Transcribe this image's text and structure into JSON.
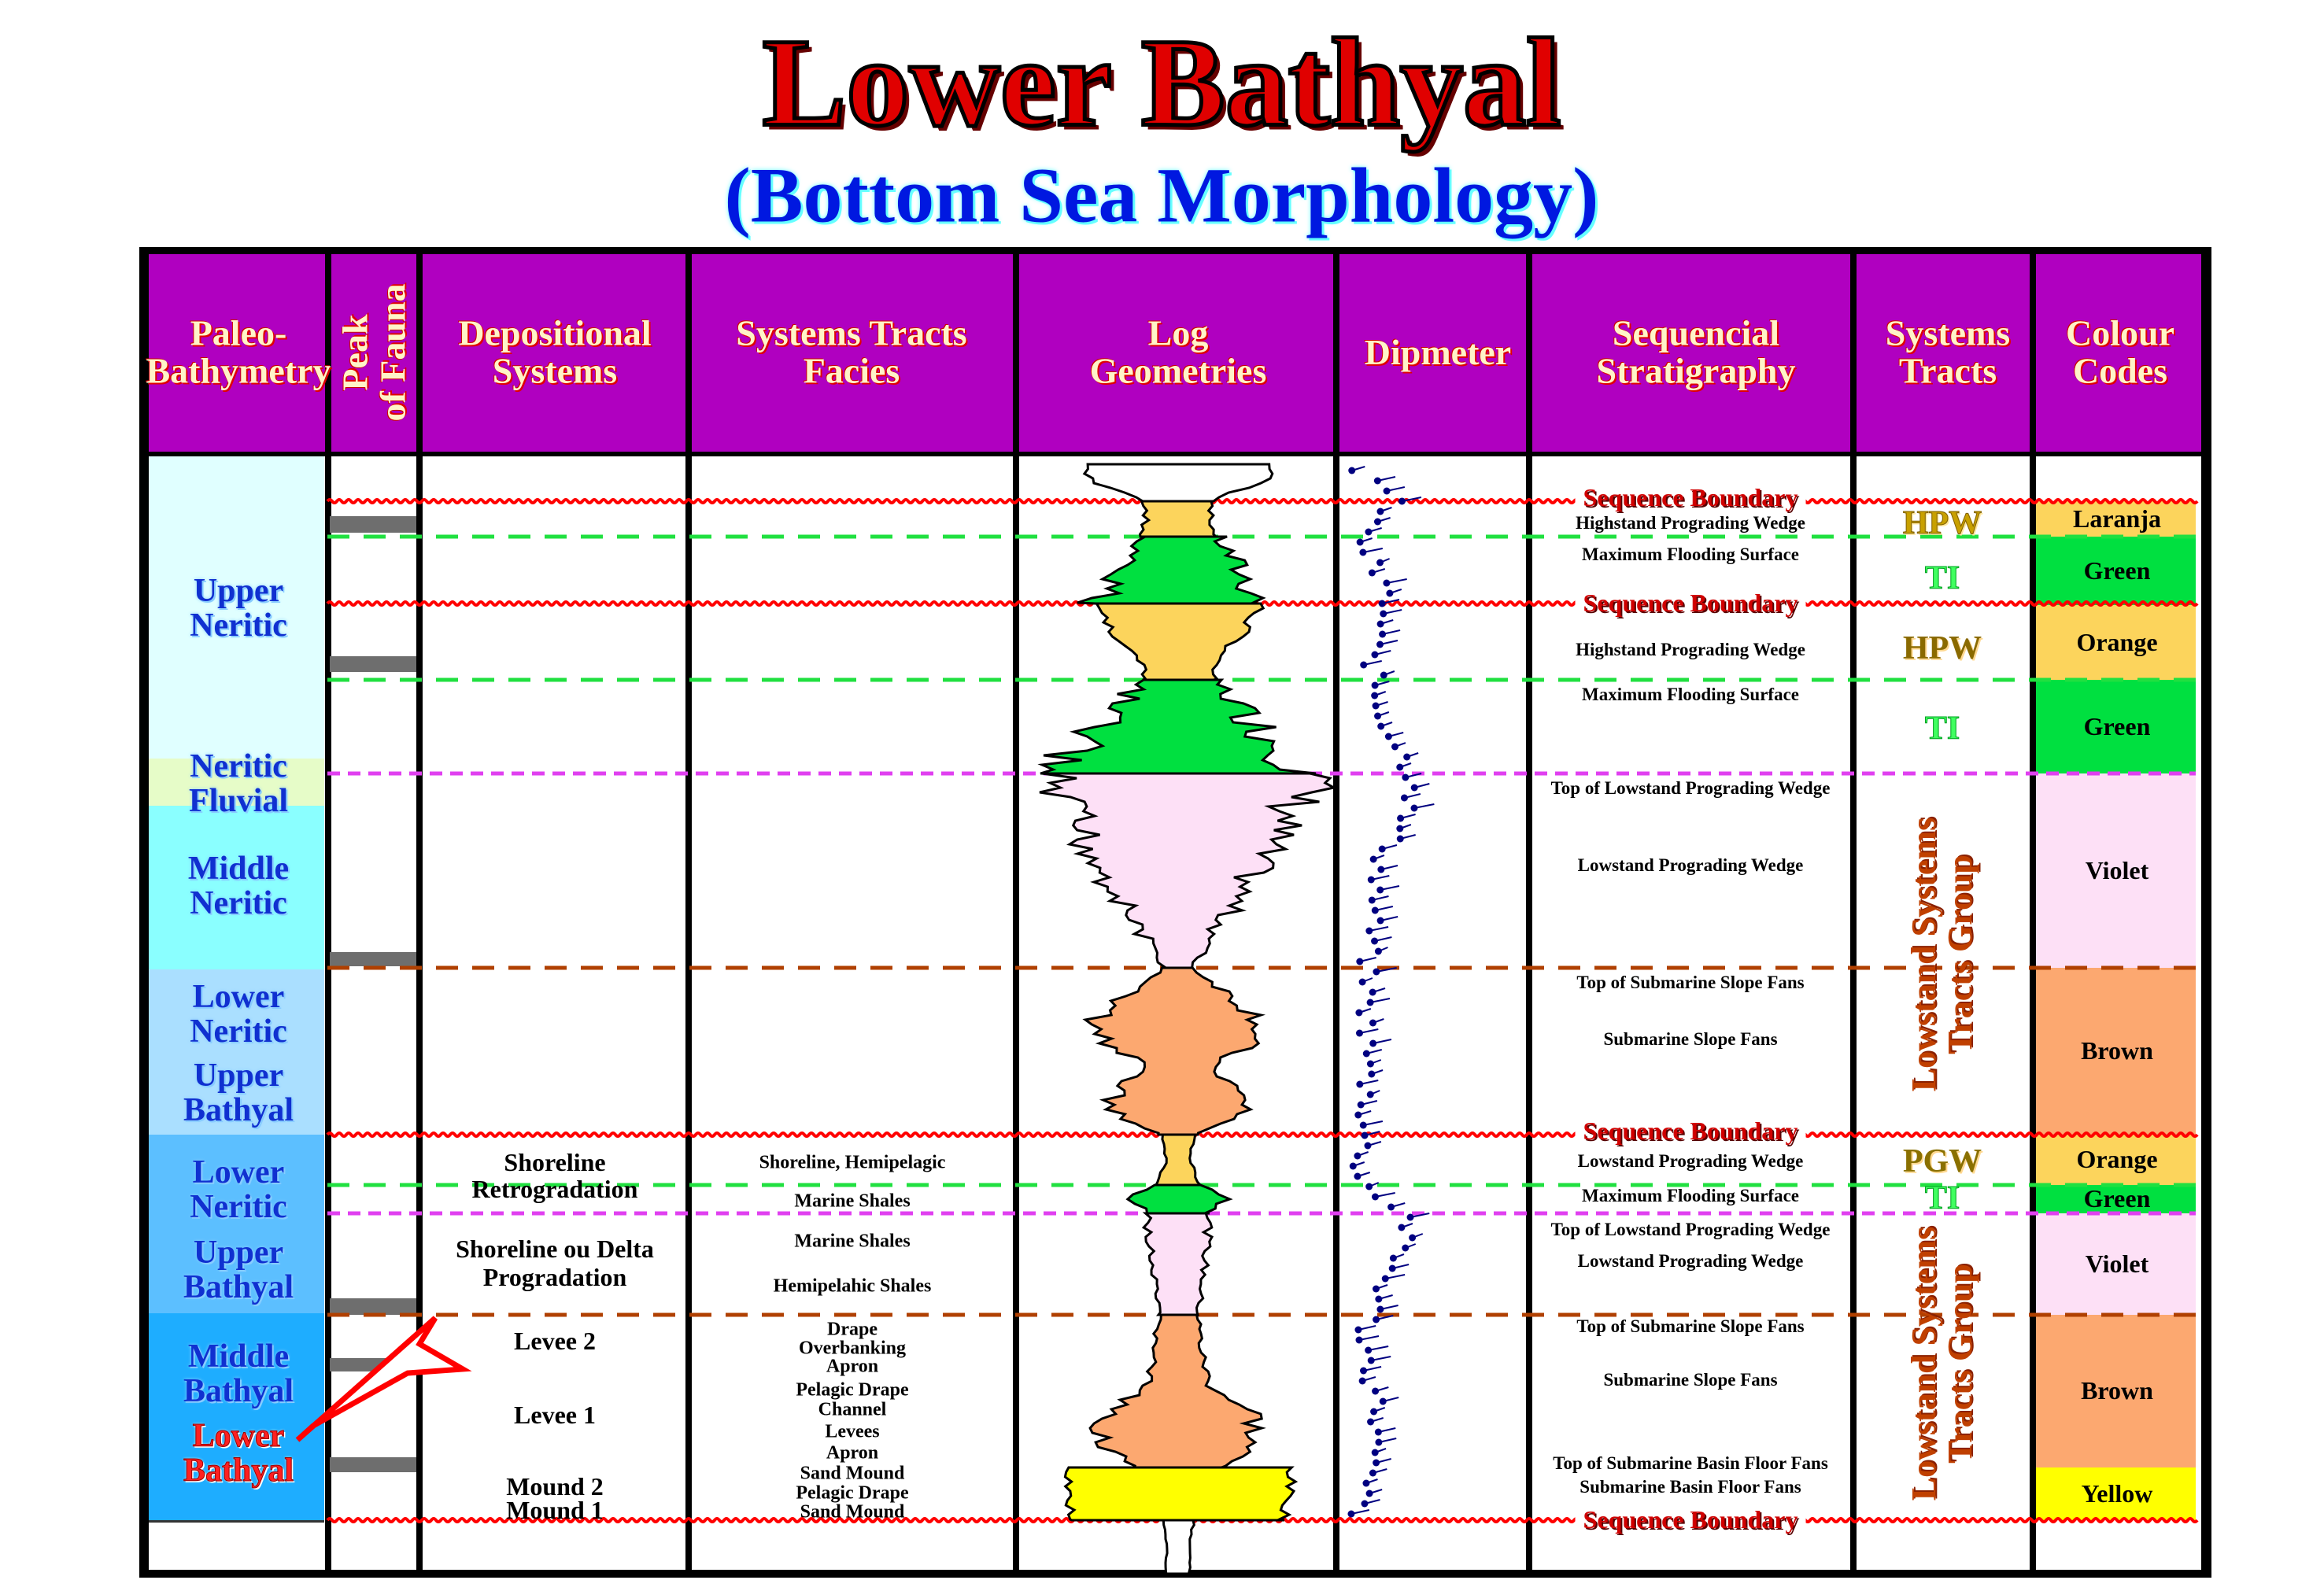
{
  "title": "Lower Bathyal",
  "subtitle": "(Bottom Sea Morphology)",
  "headers": [
    {
      "line1": "Paleo-",
      "line2": "Bathymetry"
    },
    {
      "line1": "Peak",
      "line2": "of Fauna"
    },
    {
      "line1": "Depositional",
      "line2": "Systems"
    },
    {
      "line1": "Systems Tracts",
      "line2": "Facies"
    },
    {
      "line1": "Log",
      "line2": "Geometries"
    },
    {
      "line1": "Dipmeter",
      "line2": ""
    },
    {
      "line1": "Sequencial",
      "line2": "Stratigraphy"
    },
    {
      "line1": "Systems",
      "line2": "Tracts"
    },
    {
      "line1": "Colour",
      "line2": "Codes"
    }
  ],
  "bathymetry": [
    {
      "line1": "Upper",
      "line2": "Neritic"
    },
    {
      "line1": "Neritic",
      "line2": "Fluvial"
    },
    {
      "line1": "Middle",
      "line2": "Neritic"
    },
    {
      "line1": "Lower",
      "line2": "Neritic"
    },
    {
      "line1": "Upper",
      "line2": "Bathyal"
    },
    {
      "line1": "Lower",
      "line2": "Neritic"
    },
    {
      "line1": "Upper",
      "line2": "Bathyal"
    },
    {
      "line1": "Middle",
      "line2": "Bathyal"
    },
    {
      "line1": "Lower",
      "line2": "Bathyal"
    }
  ],
  "depositional_systems": [
    "Shoreline",
    "Retrogradation",
    "Shoreline ou Delta",
    "Progradation",
    "Levee 2",
    "Levee 1",
    "Mound 2",
    "Mound 1"
  ],
  "facies": [
    "Shoreline,  Hemipelagic",
    "Marine Shales",
    "Marine Shales",
    "Hemipelahic Shales",
    "Drape",
    "Overbanking",
    "Apron",
    "Pelagic Drape",
    "Channel",
    "Levees",
    "Apron",
    "Sand Mound",
    "Pelagic Drape",
    "Sand Mound"
  ],
  "sequence_stratigraphy": [
    "Sequence Boundary",
    "Highstand Prograding Wedge",
    "Maximum Flooding Surface",
    "Sequence Boundary",
    "Highstand Prograding Wedge",
    "Maximum Flooding Surface",
    "Top of Lowstand Prograding Wedge",
    "Lowstand Prograding Wedge",
    "Top of Submarine Slope Fans",
    "Submarine Slope Fans",
    "Sequence Boundary",
    "Lowstand Prograding Wedge",
    "Maximum Flooding Surface",
    "Top of Lowstand Prograding Wedge",
    "Lowstand Prograding Wedge",
    "Top of Submarine Slope Fans",
    "Submarine Slope Fans",
    "Top of Submarine Basin Floor Fans",
    "Submarine Basin Floor Fans",
    "Sequence Boundary"
  ],
  "systems_tracts": [
    "HPW",
    "TI",
    "HPW",
    "TI",
    "Lowstand Systems",
    "Tracts Group",
    "PGW",
    "TI",
    "Lowstand Systems",
    "Tracts Group"
  ],
  "colour_codes": [
    {
      "label": "Laranja",
      "color": "#fcd45c"
    },
    {
      "label": "Green",
      "color": "#00e040"
    },
    {
      "label": "Orange",
      "color": "#fcd45c"
    },
    {
      "label": "Green",
      "color": "#00e040"
    },
    {
      "label": "Violet",
      "color": "#fde0f6"
    },
    {
      "label": "Brown",
      "color": "#fca870"
    },
    {
      "label": "Orange",
      "color": "#fcd45c"
    },
    {
      "label": "Green",
      "color": "#00e040"
    },
    {
      "label": "Violet",
      "color": "#fde0f6"
    },
    {
      "label": "Brown",
      "color": "#fca870"
    },
    {
      "label": "Yellow",
      "color": "#ffff00"
    }
  ],
  "colors": {
    "header": "#b000c0",
    "sequence_boundary": "#ff0000",
    "mfs": "#20e040",
    "top_lpw": "#e040f0",
    "top_ssf": "#b04000",
    "dipmeter": "#000080"
  }
}
